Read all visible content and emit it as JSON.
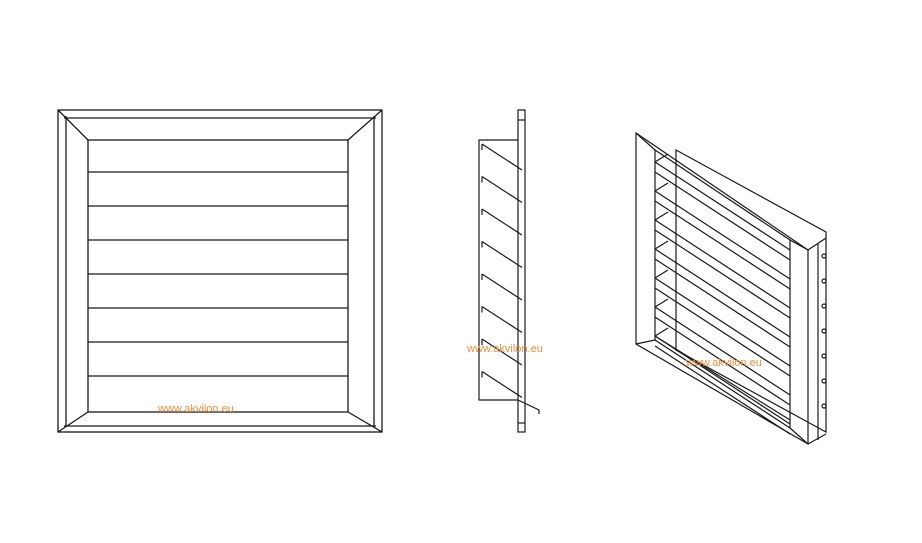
{
  "watermarks": {
    "front": "www.akvilon.eu",
    "side": "www.akvilon.eu",
    "iso": "www.akvilon.eu"
  },
  "colors": {
    "line": "#1a1a1a",
    "watermark": "#f0903a"
  },
  "louver_count": 8
}
